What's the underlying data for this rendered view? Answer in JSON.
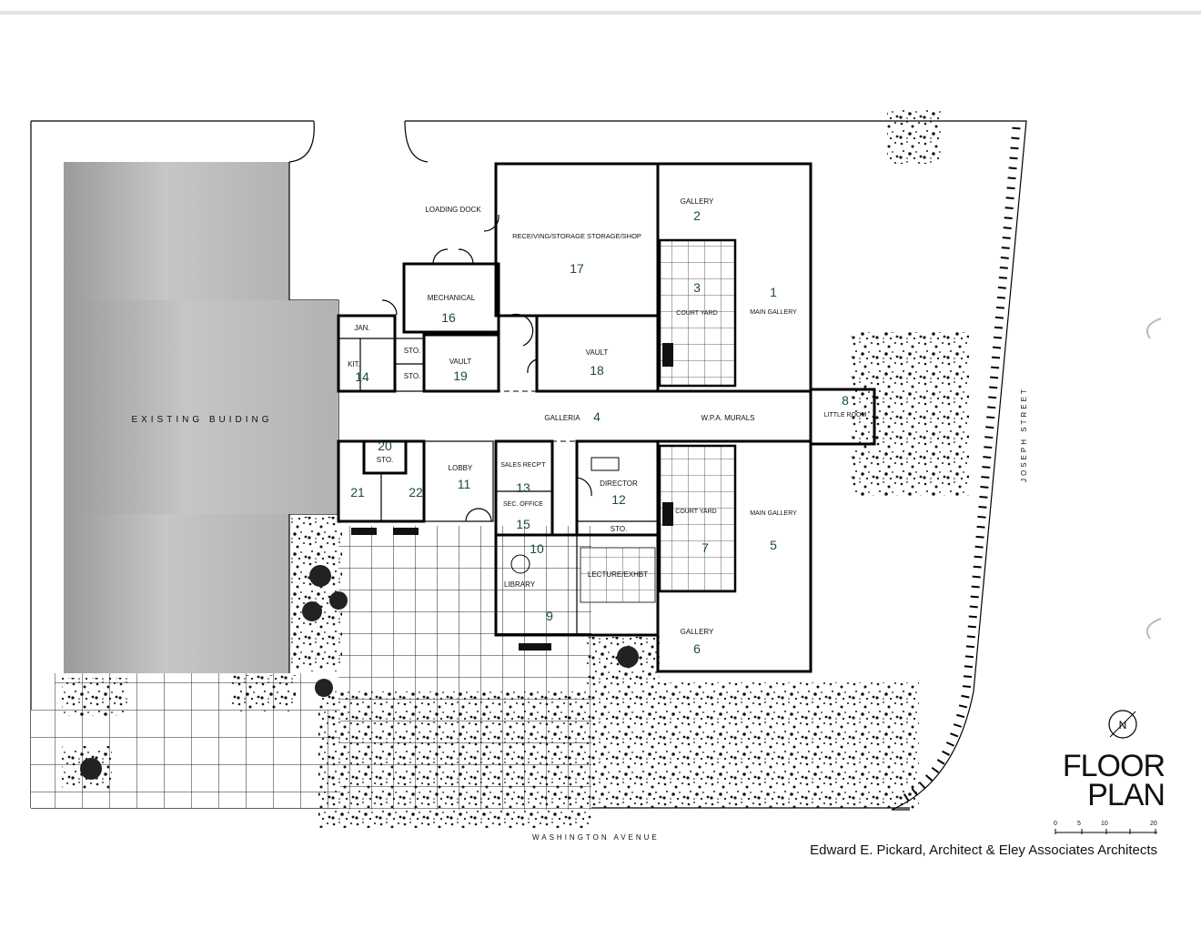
{
  "title": {
    "line1": "FLOOR",
    "line2": "PLAN"
  },
  "credit": "Edward E. Pickard, Architect & Eley Associates Architects",
  "north": "N",
  "scale_ticks": [
    "0",
    "5",
    "10",
    "20"
  ],
  "streets": {
    "south": "WASHINGTON AVENUE",
    "east": "JOSEPH STREET"
  },
  "site": {
    "existing": "EXISTING BUIDING",
    "loading": "LOADING DOCK"
  },
  "rooms": {
    "r1": {
      "name": "MAIN GALLERY",
      "num": "1"
    },
    "r2": {
      "name": "GALLERY",
      "num": "2"
    },
    "r3": {
      "name": "COURT YARD",
      "num": "3"
    },
    "r4": {
      "name": "GALLERIA",
      "num": "4",
      "extra": "W.P.A. MURALS"
    },
    "r5": {
      "name": "MAIN GALLERY",
      "num": "5"
    },
    "r6": {
      "name": "GALLERY",
      "num": "6"
    },
    "r7": {
      "name": "COURT YARD",
      "num": "7"
    },
    "r8": {
      "name": "LITTLE ROOM",
      "num": "8"
    },
    "r9": {
      "name": "LECTURE/EXHBT",
      "num": "9"
    },
    "r10": {
      "name": "LIBRARY",
      "num": "10"
    },
    "r11": {
      "name": "LOBBY",
      "num": "11"
    },
    "r12": {
      "name": "DIRECTOR",
      "num": "12"
    },
    "r13": {
      "name": "SALES RECP'T",
      "num": "13"
    },
    "r14": {
      "name": "KIT.",
      "num": "14"
    },
    "r15": {
      "name": "SEC. OFFICE",
      "num": "15"
    },
    "r16": {
      "name": "MECHANICAL",
      "num": "16"
    },
    "r17": {
      "name": "RECEIVING/STORAGE STORAGE/SHOP",
      "num": "17"
    },
    "r18": {
      "name": "VAULT",
      "num": "18"
    },
    "r19": {
      "name": "VAULT",
      "num": "19"
    },
    "r20": {
      "name": "STO.",
      "num": "20"
    },
    "r21": {
      "num": "21"
    },
    "r22": {
      "num": "22"
    },
    "jan": "JAN.",
    "sto": "STO."
  },
  "colors": {
    "ink": "#000000",
    "numeral": "#1c4a44",
    "building_fill": "#a8a8a8"
  }
}
